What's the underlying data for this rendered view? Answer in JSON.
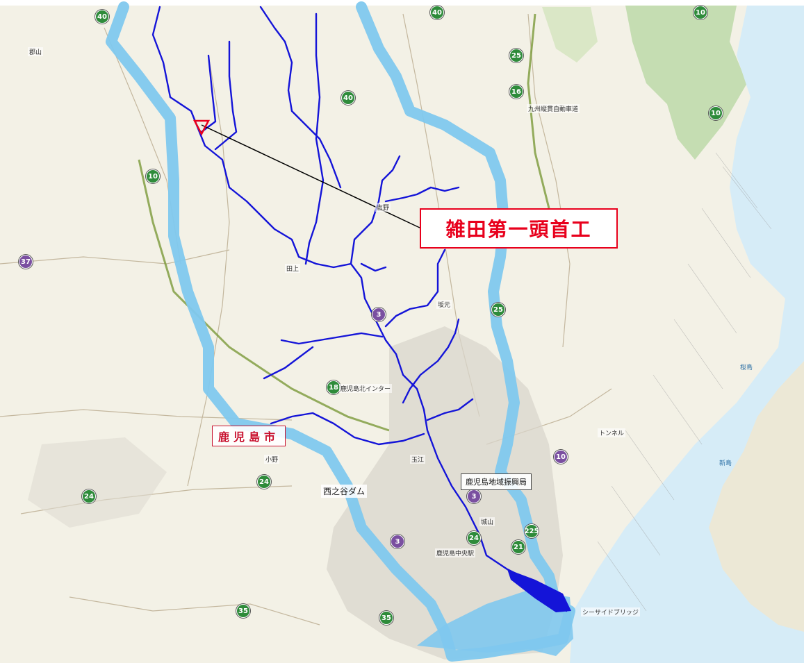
{
  "callout": {
    "label": "雑田第一頭首工"
  },
  "labels": {
    "city": "鹿児島市",
    "office": "鹿児島地域振興局",
    "dam": "西之谷ダム",
    "interchange": "鹿児島北インター",
    "expressway": "九州縦貫自動車道",
    "bridge": "シーサイドブリッジ",
    "station": "鹿児島中央駅",
    "tunnel": "トンネル",
    "sea_names": [
      "桜島",
      "新島"
    ],
    "minor_towns": [
      "吉野",
      "坂元",
      "田上",
      "城山",
      "玉江",
      "小野",
      "郡山"
    ]
  },
  "routes": {
    "green": [
      "40",
      "40",
      "40",
      "25",
      "16",
      "10",
      "10",
      "18",
      "25",
      "24",
      "24",
      "21",
      "35",
      "35",
      "24",
      "10",
      "225"
    ],
    "purple": [
      "3",
      "3",
      "3",
      "37",
      "10"
    ]
  },
  "colors": {
    "river": "#1414d8",
    "basin": "#7fc8ee",
    "marker": "#e8001c",
    "sea": "#d6ecf7",
    "land": "#f3f1e6"
  }
}
